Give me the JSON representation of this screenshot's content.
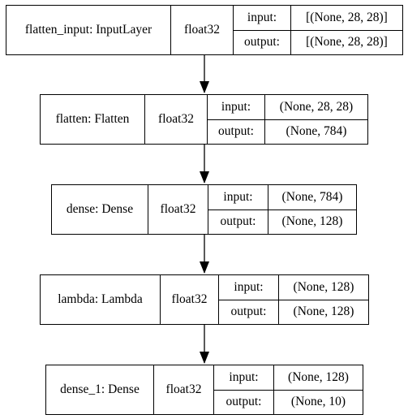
{
  "layers": [
    {
      "name": "flatten_input: InputLayer",
      "dtype": "float32",
      "input_label": "input:",
      "output_label": "output:",
      "input_shape": "[(None, 28, 28)]",
      "output_shape": "[(None, 28, 28)]"
    },
    {
      "name": "flatten: Flatten",
      "dtype": "float32",
      "input_label": "input:",
      "output_label": "output:",
      "input_shape": "(None, 28, 28)",
      "output_shape": "(None, 784)"
    },
    {
      "name": "dense: Dense",
      "dtype": "float32",
      "input_label": "input:",
      "output_label": "output:",
      "input_shape": "(None, 784)",
      "output_shape": "(None, 128)"
    },
    {
      "name": "lambda: Lambda",
      "dtype": "float32",
      "input_label": "input:",
      "output_label": "output:",
      "input_shape": "(None, 128)",
      "output_shape": "(None, 128)"
    },
    {
      "name": "dense_1: Dense",
      "dtype": "float32",
      "input_label": "input:",
      "output_label": "output:",
      "input_shape": "(None, 128)",
      "output_shape": "(None, 10)"
    }
  ]
}
